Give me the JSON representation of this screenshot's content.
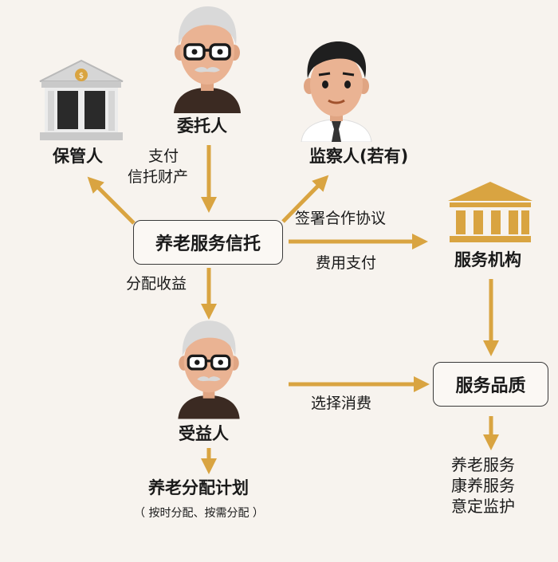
{
  "nodes": {
    "trustor": "委托人",
    "custodian": "保管人",
    "supervisor": "监察人(若有)",
    "trust": "养老服务信托",
    "institution": "服务机构",
    "quality": "服务品质",
    "beneficiary": "受益人",
    "plan": "养老分配计划",
    "plan_note": "（ 按时分配、按需分配 ）"
  },
  "edges": {
    "pay_property_1": "支付",
    "pay_property_2": "信托财产",
    "sign": "签署合作协议",
    "fee": "费用支付",
    "distribute": "分配收益",
    "choose": "选择消费"
  },
  "services": [
    "养老服务",
    "康养服务",
    "意定监护"
  ],
  "colors": {
    "arrow": "#d9a441",
    "background": "#f7f3ee"
  }
}
